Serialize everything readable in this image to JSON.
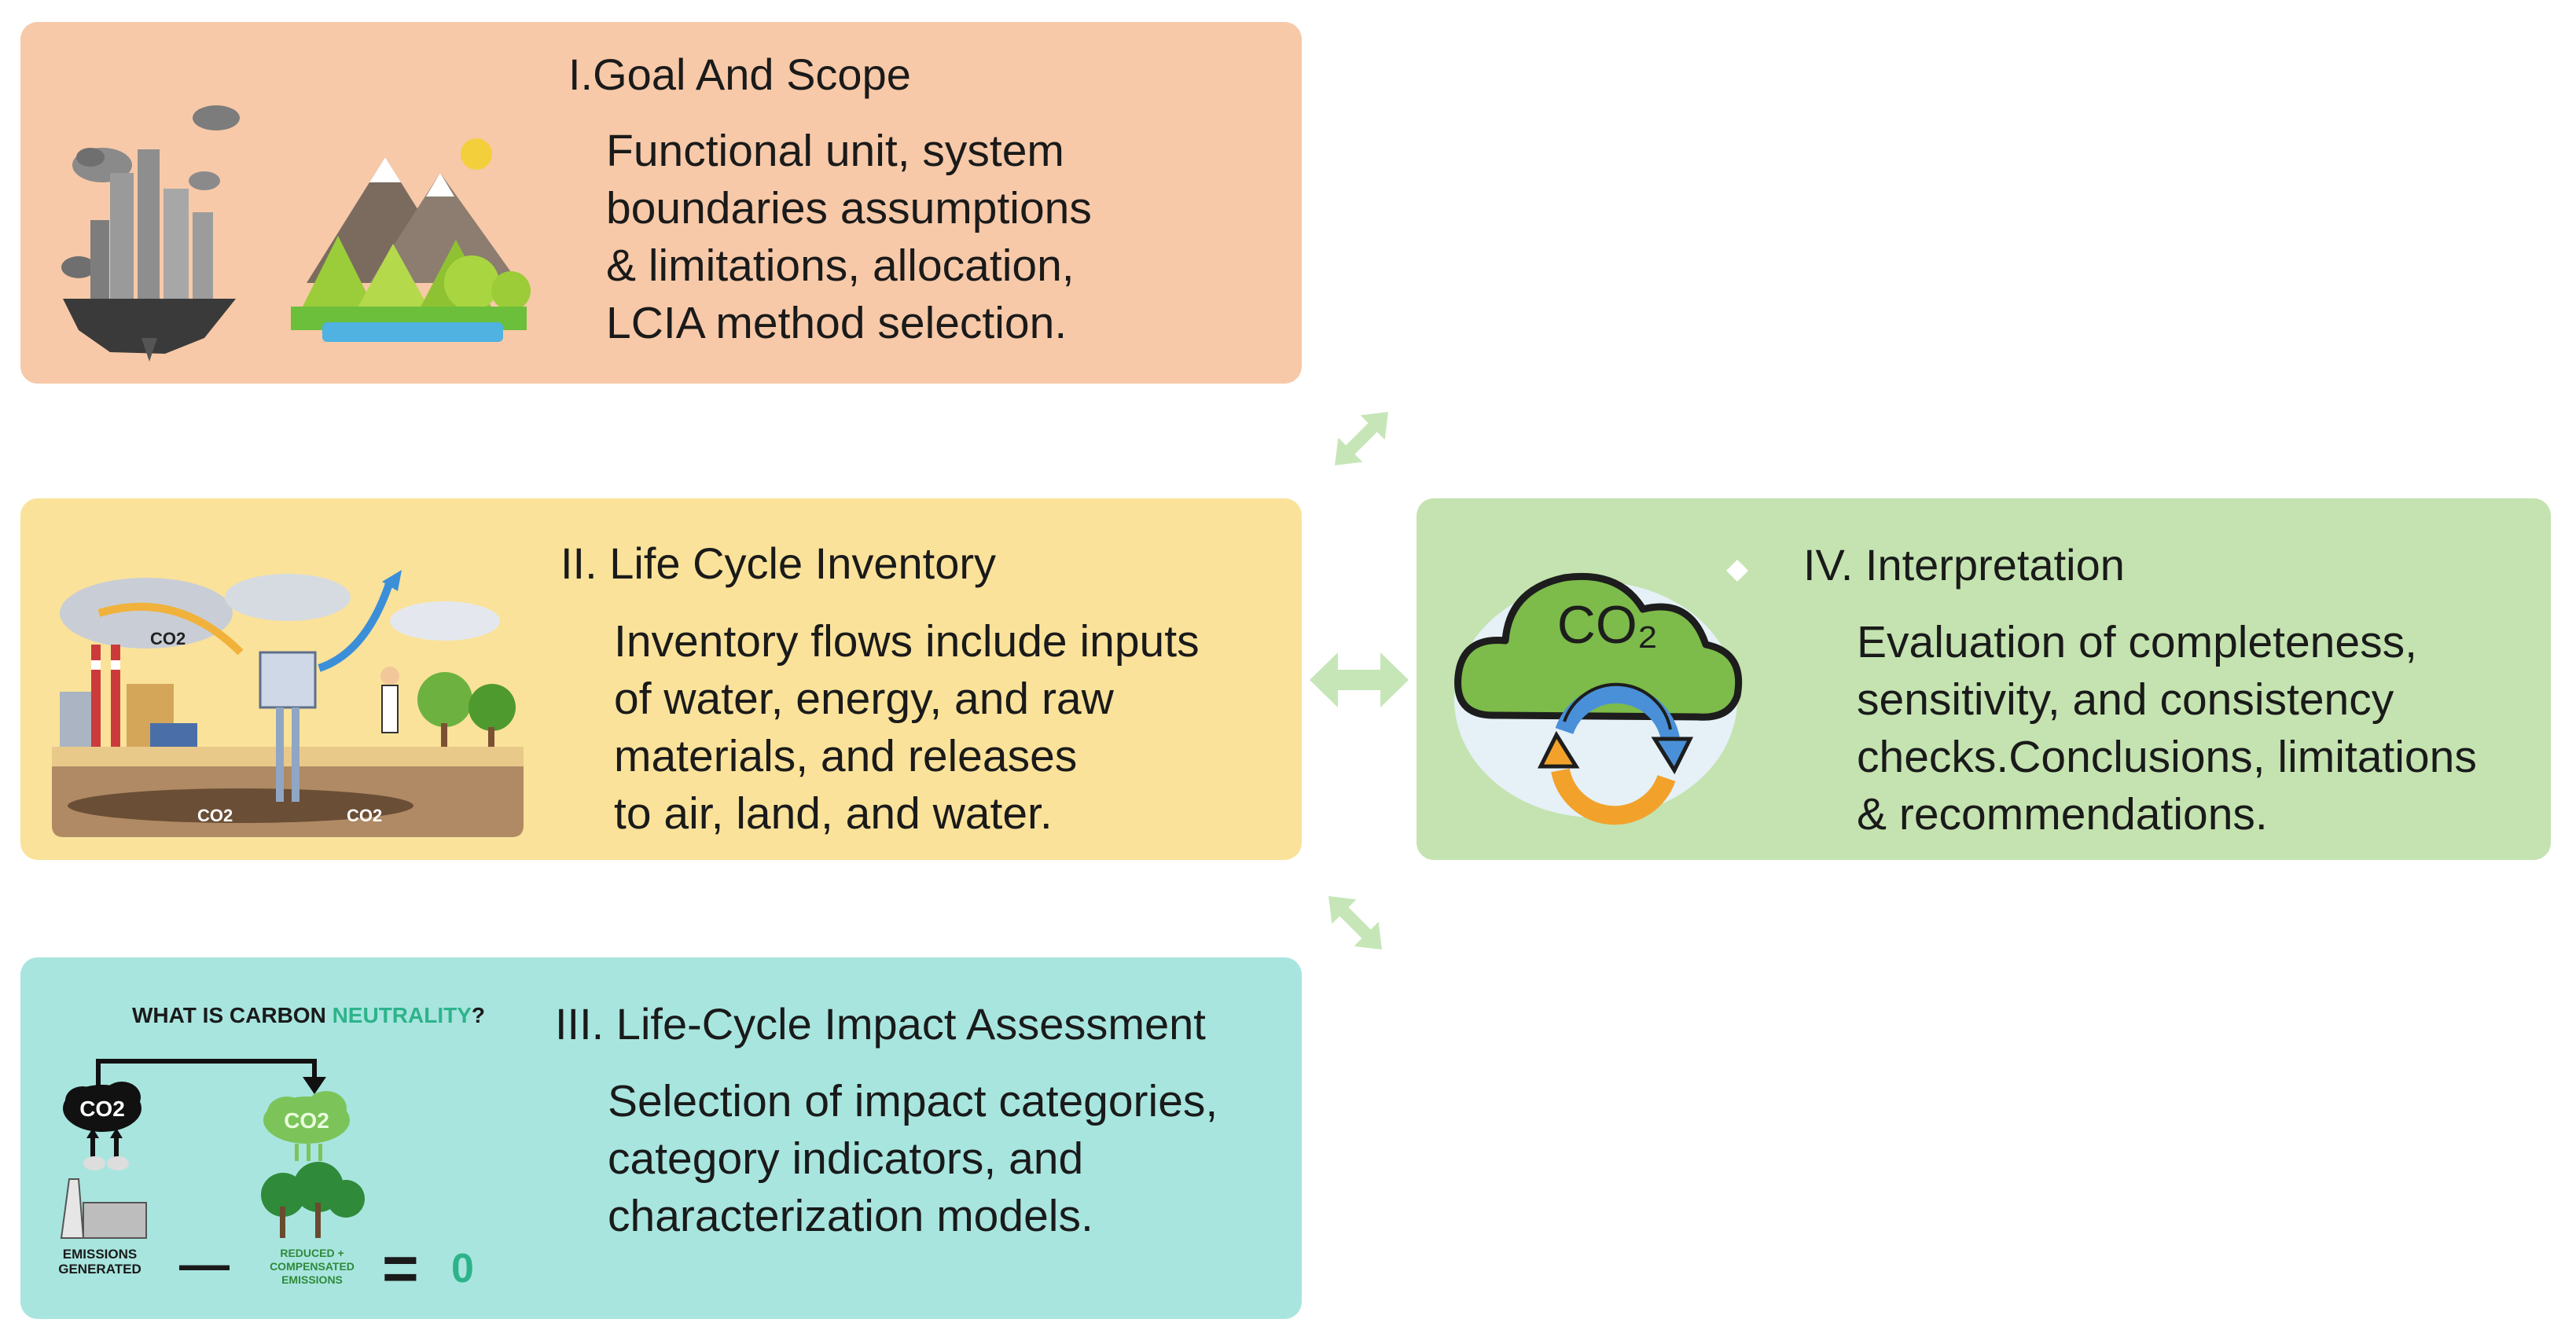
{
  "colors": {
    "goal": "#f7c9a8",
    "inventory": "#fae29a",
    "impact": "#a8e5df",
    "interpretation": "#c4e3b0",
    "arrow": "#c6e6b8"
  },
  "goal": {
    "title": "I.Goal And Scope",
    "body": "Functional unit, system\nboundaries assumptions\n& limitations, allocation,\nLCIA method selection."
  },
  "inventory": {
    "title": "II. Life Cycle Inventory",
    "body": "Inventory flows include inputs\nof water, energy, and raw\nmaterials, and releases\nto air, land, and water.",
    "labels": {
      "co2_air": "CO2",
      "co2_left": "CO2",
      "co2_right": "CO2"
    }
  },
  "impact": {
    "title": "III. Life-Cycle Impact Assessment",
    "body": "Selection of impact  categories,\ncategory indicators, and\ncharacterization models.",
    "neutrality": {
      "question_prefix": "WHAT IS CARBON ",
      "question_highlight": "NEUTRALITY",
      "question_suffix": "?",
      "co2_black": "CO2",
      "co2_green": "CO2",
      "emissions_generated": "EMISSIONS\nGENERATED",
      "reduced": "REDUCED +\nCOMPENSATED\nEMISSIONS",
      "minus": "—",
      "equals": "=",
      "zero": "0"
    }
  },
  "interpretation": {
    "title": "IV. Interpretation",
    "body": "Evaluation of completeness,\nsensitivity, and consistency\nchecks.Conclusions, limitations\n& recommendations.",
    "co2": "CO₂"
  },
  "icons": [
    "city-pollution-icon",
    "mountain-landscape-icon",
    "carbon-capture-scene-icon",
    "carbon-neutrality-icon",
    "co2-cloud-cycle-icon",
    "double-arrow-icon"
  ]
}
